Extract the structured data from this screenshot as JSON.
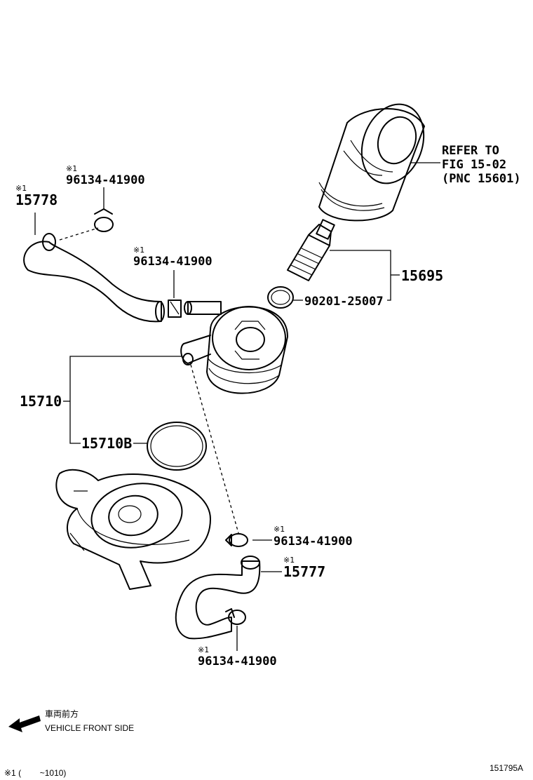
{
  "labels": {
    "hose_upper_mark": "※1",
    "hose_upper_pn": "15778",
    "clamp_top_mark": "※1",
    "clamp_top_pn": "96134-41900",
    "clamp_mid_mark": "※1",
    "clamp_mid_pn": "96134-41900",
    "refer_line1": "REFER TO",
    "refer_line2": "FIG 15-02",
    "refer_line3": "(PNC 15601)",
    "union_bolt_pn": "15695",
    "gasket_pn": "90201-25007",
    "cooler_pn": "15710",
    "oring_pn": "15710B",
    "clamp_lower_mark": "※1",
    "clamp_lower_pn": "96134-41900",
    "hose_lower_mark": "※1",
    "hose_lower_pn": "15777",
    "clamp_bottom_mark": "※1",
    "clamp_bottom_pn": "96134-41900"
  },
  "footer": {
    "front_jp": "車両前方",
    "front_en": "VEHICLE FRONT SIDE",
    "note": "※1 (        ~1010)",
    "illustration_id": "151795A"
  }
}
